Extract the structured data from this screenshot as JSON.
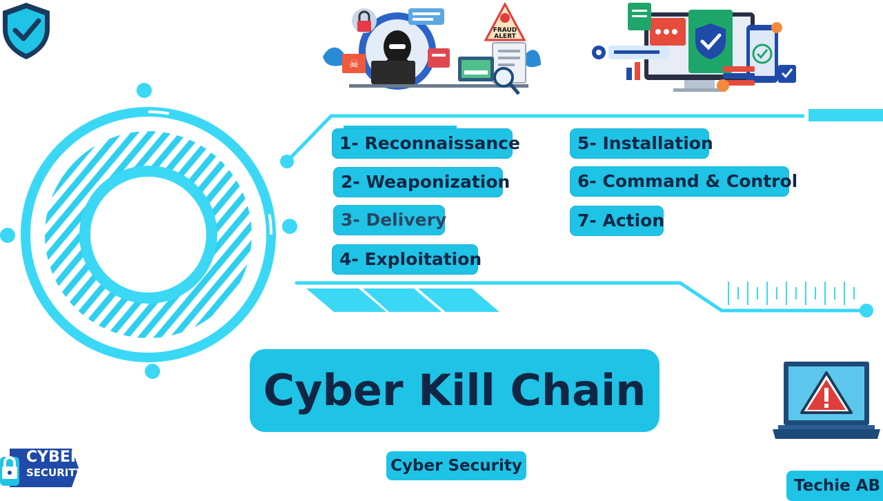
{
  "title": "Cyber Kill Chain",
  "subtitle": "Cyber Security",
  "brand": "Techie AB",
  "badge": {
    "line1": "CYBER",
    "line2": "SECURITY"
  },
  "illustration": {
    "alert_line1": "FRAUD",
    "alert_line2": "ALERT"
  },
  "steps": [
    "1- Reconnaissance",
    "2- Weaponization",
    "3- Delivery",
    "4- Exploitation",
    "5- Installation",
    "6- Command & Control",
    "7- Action"
  ],
  "colors": {
    "accent": "#1fc3e6",
    "dark": "#0f2745",
    "ring": "#3ad8f5"
  },
  "icons": [
    "shield-check-icon",
    "hacker-illustration",
    "security-devices-illustration",
    "warning-laptop-icon",
    "lock-icon",
    "hud-ring-graphic"
  ]
}
